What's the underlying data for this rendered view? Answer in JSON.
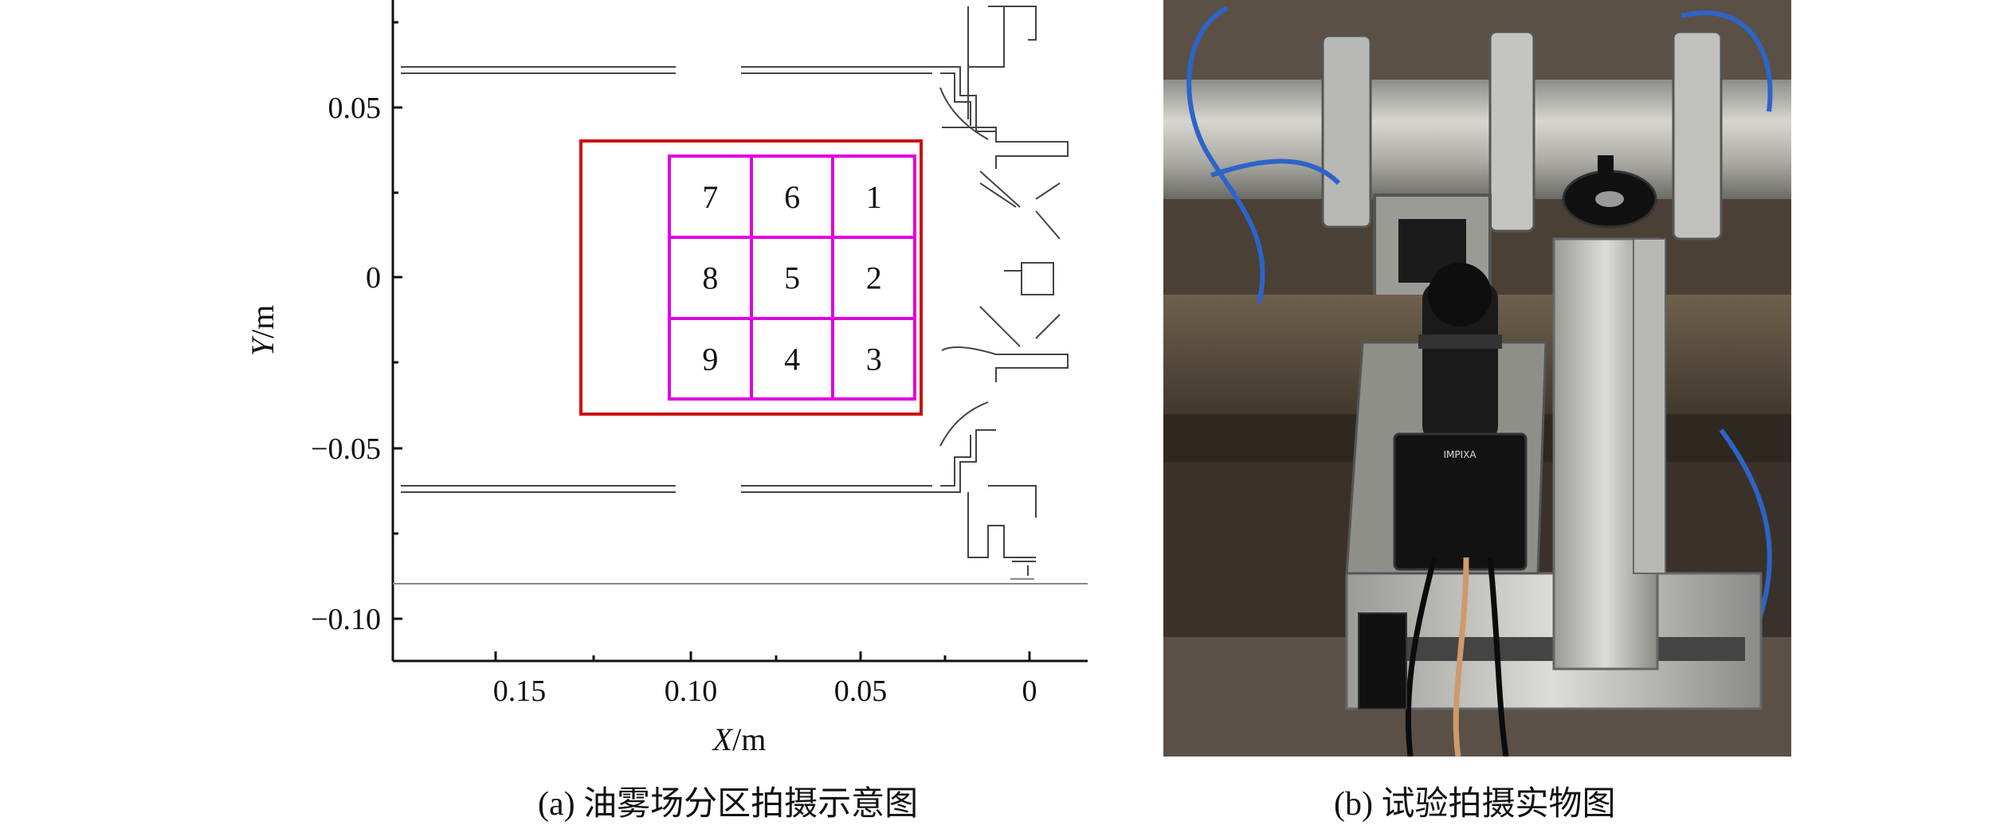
{
  "panel_a": {
    "caption": "(a) 油雾场分区拍摄示意图",
    "x_axis": {
      "title_var": "X",
      "title_unit": "/m",
      "ticks": [
        "0.15",
        "0.10",
        "0.05",
        "0"
      ]
    },
    "y_axis": {
      "title_var": "Y",
      "title_unit": "/m",
      "ticks": [
        "0.05",
        "0",
        "−0.05",
        "−0.10"
      ]
    },
    "grid_cells": [
      {
        "label": "7"
      },
      {
        "label": "6"
      },
      {
        "label": "1"
      },
      {
        "label": "8"
      },
      {
        "label": "5"
      },
      {
        "label": "2"
      },
      {
        "label": "9"
      },
      {
        "label": "4"
      },
      {
        "label": "3"
      }
    ],
    "colors": {
      "outer_region": "#cc1111",
      "grid": "#e000e0",
      "drawing": "#333333"
    }
  },
  "panel_b": {
    "caption": "(b) 试验拍摄实物图",
    "camera_label": "IMPIXA"
  }
}
